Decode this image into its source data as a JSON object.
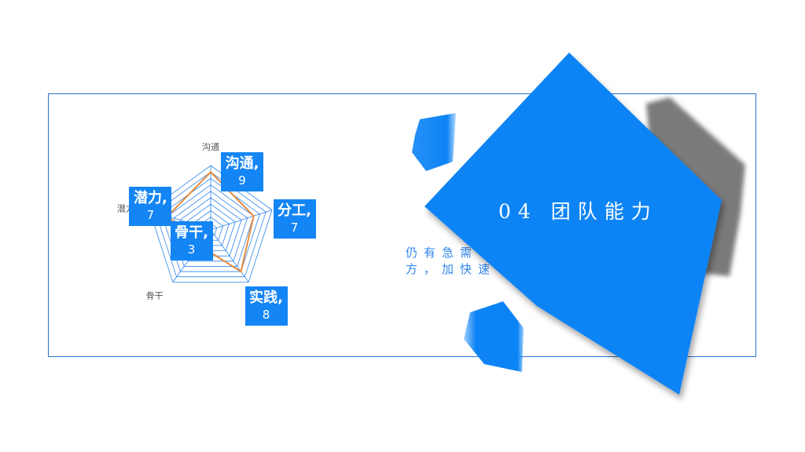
{
  "slide": {
    "title": "04 团队能力",
    "body_line_1": "仍有急需",
    "body_line_2": "方，加快速"
  },
  "colors": {
    "accent_blue": "#0d84f5",
    "shadow_gray": "#7a7a7a",
    "series_orange": "#e8893c",
    "grid_blue": "#2f86ec"
  },
  "chart_data": {
    "type": "radar",
    "categories": [
      "沟通",
      "分工",
      "实践",
      "骨干",
      "潜力"
    ],
    "series": [
      {
        "values": [
          9,
          7,
          8,
          3,
          7
        ]
      }
    ],
    "rlim": [
      0,
      10
    ],
    "data_labels": [
      {
        "category": "沟通,",
        "value": "9"
      },
      {
        "category": "分工,",
        "value": "7"
      },
      {
        "category": "实践,",
        "value": "8"
      },
      {
        "category": "骨干,",
        "value": "3"
      },
      {
        "category": "潜力,",
        "value": "7"
      }
    ]
  }
}
